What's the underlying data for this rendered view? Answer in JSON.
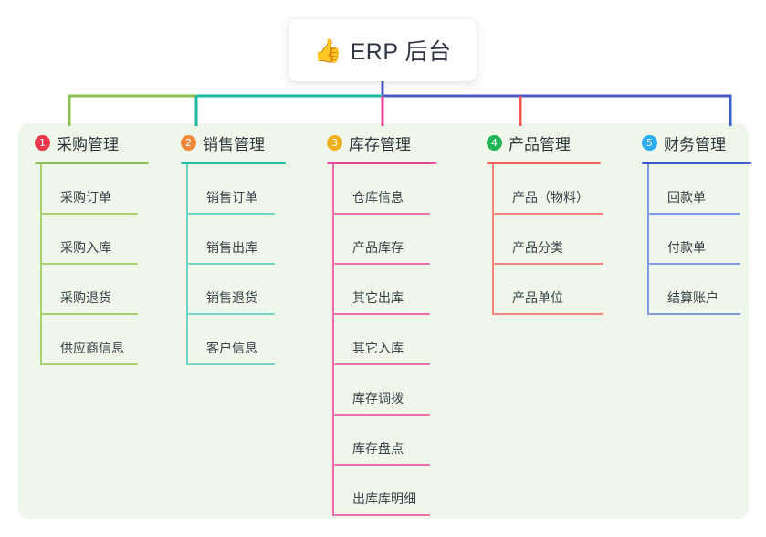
{
  "title": {
    "emoji": "👍",
    "emoji_name": "thumbs-up-icon",
    "text": "ERP 后台"
  },
  "palette": {
    "page_background": "#ffffff",
    "panel_background": "#eef7ea",
    "stem": "#4a5ac4",
    "text": "#3a4049"
  },
  "branches": [
    {
      "number": "1",
      "label": "采购管理",
      "badge_color": "#e8374a",
      "line_color": "#8cc152",
      "bar_color": "#8cc152",
      "leaf_line_color": "#a6d16e",
      "items": [
        "采购订单",
        "采购入库",
        "采购退货",
        "供应商信息"
      ]
    },
    {
      "number": "2",
      "label": "销售管理",
      "badge_color": "#f0883a",
      "line_color": "#16bba2",
      "bar_color": "#16bba2",
      "leaf_line_color": "#6fd3c6",
      "items": [
        "销售订单",
        "销售出库",
        "销售退货",
        "客户信息"
      ]
    },
    {
      "number": "3",
      "label": "库存管理",
      "badge_color": "#f2b01e",
      "line_color": "#e8439a",
      "bar_color": "#e8439a",
      "leaf_line_color": "#ec6bab",
      "items": [
        "仓库信息",
        "产品库存",
        "其它出库",
        "其它入库",
        "库存调拨",
        "库存盘点",
        "出库库明细"
      ]
    },
    {
      "number": "4",
      "label": "产品管理",
      "badge_color": "#1fb455",
      "line_color": "#f2564f",
      "bar_color": "#4a5ac4",
      "leaf_line_color": "#f5837d",
      "items": [
        "产品（物料）",
        "产品分类",
        "产品单位"
      ]
    },
    {
      "number": "5",
      "label": "财务管理",
      "badge_color": "#2bacef",
      "line_color": "#3c5ccf",
      "bar_color": "#4a5ac4",
      "leaf_line_color": "#7e9ae0",
      "items": [
        "回款单",
        "付款单",
        "结算账户"
      ]
    }
  ]
}
